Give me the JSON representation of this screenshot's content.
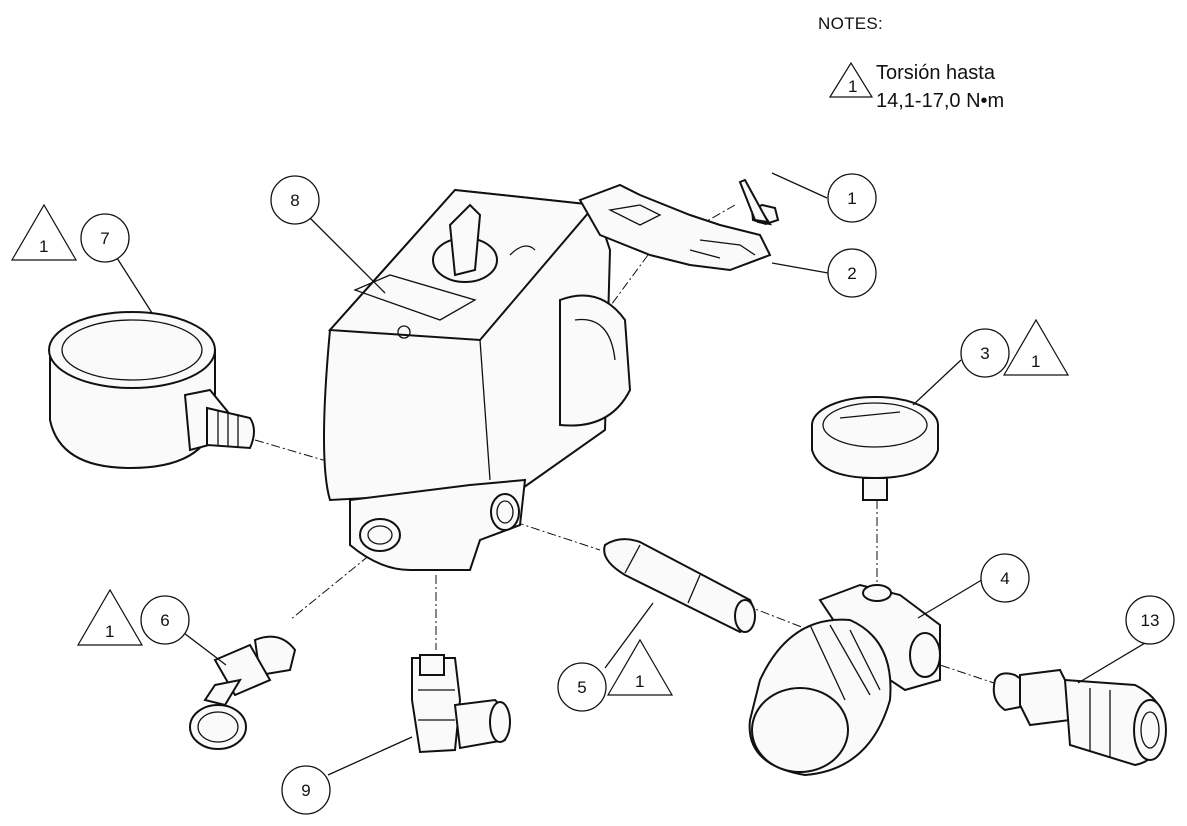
{
  "notes": {
    "title": "NOTES:",
    "flag_symbol": "1",
    "line1": "Torsión hasta",
    "line2": "14,1-17,0 N•m"
  },
  "callouts": {
    "c1": "1",
    "c2": "2",
    "c3": "3",
    "c4": "4",
    "c5": "5",
    "c6": "6",
    "c7": "7",
    "c8": "8",
    "c9": "9",
    "c13": "13"
  },
  "torque_flags": {
    "flag_7": "1",
    "flag_3": "1",
    "flag_6": "1",
    "flag_5": "1"
  }
}
